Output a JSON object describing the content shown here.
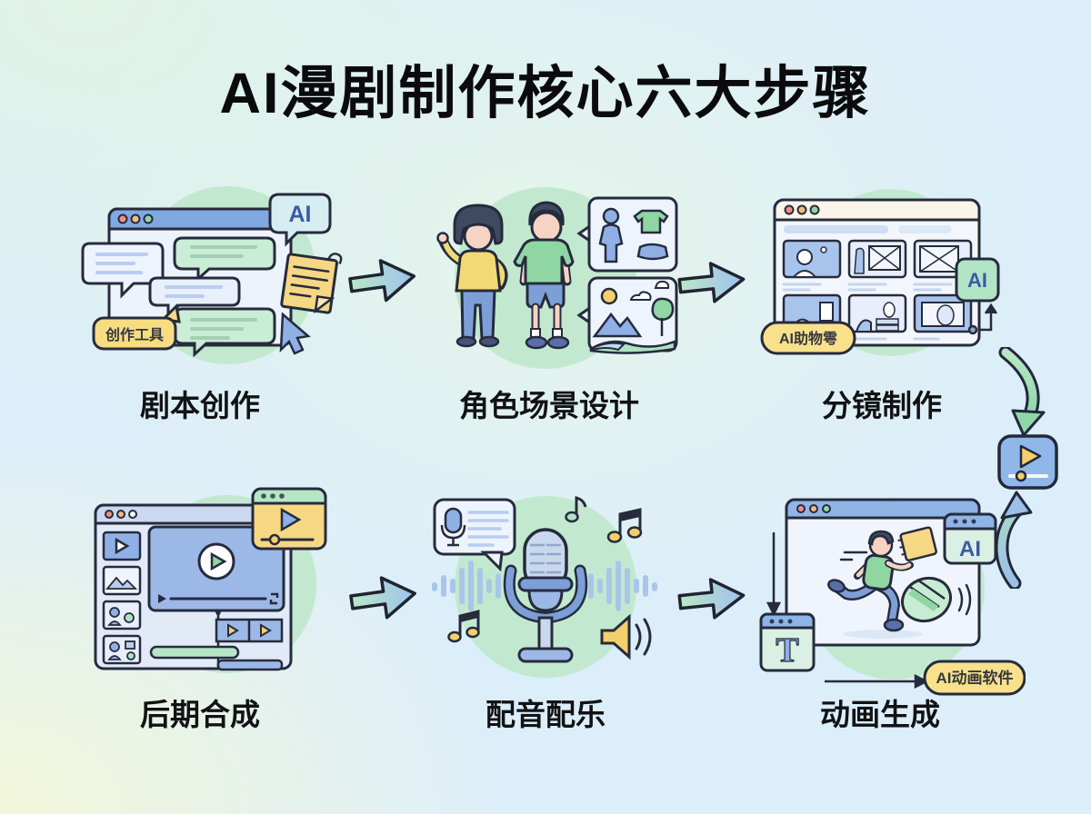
{
  "title": "AI漫剧制作核心六大步骤",
  "steps": [
    {
      "label": "剧本创作",
      "tag": "创作工具",
      "ai_badge": "AI"
    },
    {
      "label": "角色场景设计"
    },
    {
      "label": "分镜制作",
      "tag": "AI助物雩",
      "ai_badge": "AI"
    },
    {
      "label": "后期合成"
    },
    {
      "label": "配音配乐"
    },
    {
      "label": "动画生成",
      "tag": "AI动画软件",
      "ai_badge": "AI",
      "text_tool": "T"
    }
  ],
  "colors": {
    "background_green": "#e3f4e8",
    "background_blue": "#dceef9",
    "background_yellow": "#f3f7dd",
    "circle_green": "#c2e9d0",
    "outline": "#262b3d",
    "accent_blue": "#8fb0e6",
    "accent_green": "#8fd6a3",
    "accent_yellow": "#f6d784",
    "ai_text_blue": "#3b5ba6"
  },
  "icons": {
    "flow_arrow": "right-block-arrow",
    "curve_down_arrow": "curved-arrow-down",
    "curve_up_arrow": "curved-arrow-up",
    "video_player": "play-button-panel",
    "cursor": "mouse-cursor",
    "microphone": "microphone",
    "speaker": "speaker-with-waves",
    "music_notes": "music-notes",
    "sticky_note": "sticky-note",
    "traffic_dots": "window-traffic-lights"
  }
}
